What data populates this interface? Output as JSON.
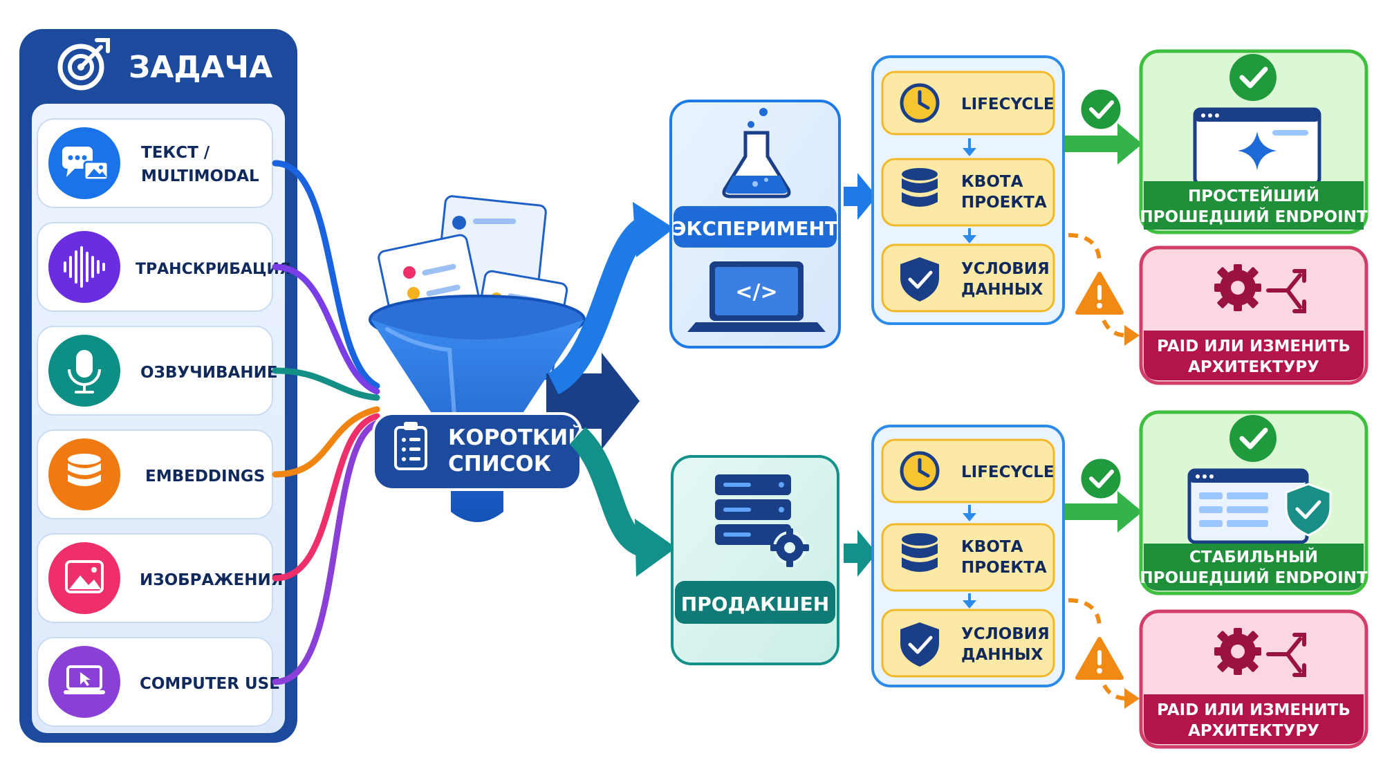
{
  "task": {
    "title": "ЗАДАЧА",
    "items": [
      {
        "line1": "ТЕКСТ /",
        "line2": "MULTIMODAL",
        "icon": "chat-image-icon",
        "color": "#1a73e8"
      },
      {
        "line1": "ТРАНСКРИБАЦИЯ",
        "line2": "",
        "icon": "sound-wave-icon",
        "color": "#6a2ee0"
      },
      {
        "line1": "ОЗВУЧИВАНИЕ",
        "line2": "",
        "icon": "microphone-icon",
        "color": "#0e8f86"
      },
      {
        "line1": "EMBEDDINGS",
        "line2": "",
        "icon": "database-icon",
        "color": "#f07a12"
      },
      {
        "line1": "ИЗОБРАЖЕНИЯ",
        "line2": "",
        "icon": "image-icon",
        "color": "#ef2f6a"
      },
      {
        "line1": "COMPUTER USE",
        "line2": "",
        "icon": "laptop-cursor-icon",
        "color": "#8a3fd6"
      }
    ]
  },
  "funnel": {
    "line1": "КОРОТКИЙ",
    "line2": "СПИСОК",
    "icon": "clipboard-list-icon"
  },
  "branches": [
    {
      "label": "ЭКСПЕРИМЕНТ",
      "icon": "flask-laptop-icon",
      "checks": [
        {
          "line1": "LIFECYCLE",
          "line2": "",
          "icon": "clock-icon"
        },
        {
          "line1": "КВОТА",
          "line2": "ПРОЕКТА",
          "icon": "database-icon"
        },
        {
          "line1": "УСЛОВИЯ",
          "line2": "ДАННЫХ",
          "icon": "shield-check-icon"
        }
      ],
      "success": {
        "line1": "ПРОСТЕЙШИЙ",
        "line2": "ПРОШЕДШИЙ ENDPOINT",
        "icon": "browser-sparkle-icon"
      },
      "failure": {
        "line1": "PAID ИЛИ ИЗМЕНИТЬ",
        "line2": "АРХИТЕКТУРУ",
        "icon": "gear-branch-icon"
      }
    },
    {
      "label": "ПРОДАКШЕН",
      "icon": "server-gear-icon",
      "checks": [
        {
          "line1": "LIFECYCLE",
          "line2": "",
          "icon": "clock-icon"
        },
        {
          "line1": "КВОТА",
          "line2": "ПРОЕКТА",
          "icon": "database-icon"
        },
        {
          "line1": "УСЛОВИЯ",
          "line2": "ДАННЫХ",
          "icon": "shield-check-icon"
        }
      ],
      "success": {
        "line1": "СТАБИЛЬНЫЙ",
        "line2": "ПРОШЕДШИЙ ENDPOINT",
        "icon": "browser-shield-icon"
      },
      "failure": {
        "line1": "PAID ИЛИ ИЗМЕНИТЬ",
        "line2": "АРХИТЕКТУРУ",
        "icon": "gear-branch-icon"
      }
    }
  ],
  "colors": {
    "navy": "#1c4a9c",
    "experiment": "#1e7be6",
    "production": "#13908a",
    "check_fill": "#fde9a6",
    "check_border": "#f2b827",
    "success_fill": "#dcf7d4",
    "success_border": "#3fbf3f",
    "success_banner": "#1f8f3a",
    "failure_fill": "#fbd7e1",
    "failure_border": "#d33d6a",
    "failure_banner": "#b3154a",
    "warning": "#f08a12"
  }
}
